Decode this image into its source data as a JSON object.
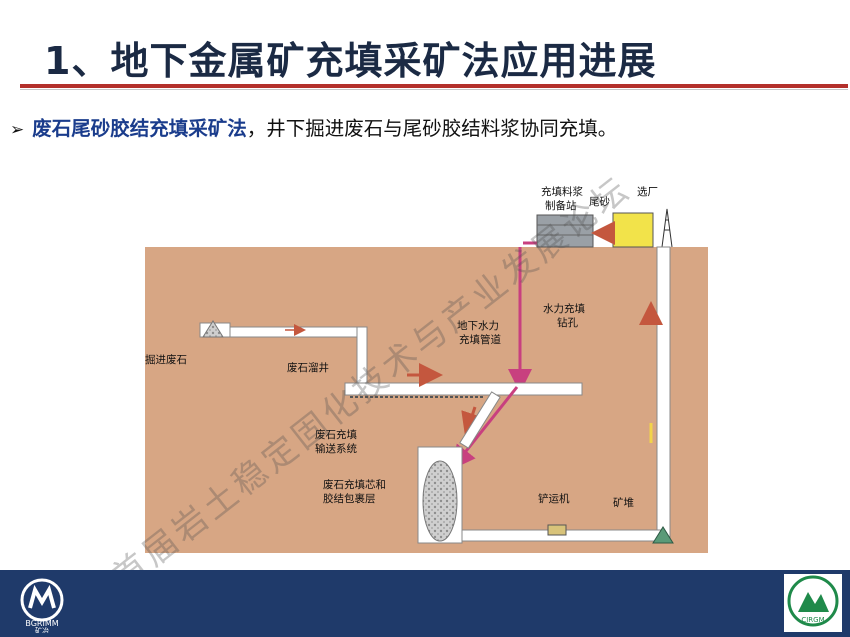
{
  "slide": {
    "title": "1、地下金属矿充填采矿法应用进展",
    "bullet_bold": "废石尾砂胶结充填采矿法",
    "bullet_rest": "，井下掘进废石与尾砂胶结料浆协同充填。"
  },
  "diagram": {
    "labels": {
      "plant": [
        "充填料浆",
        "制备站"
      ],
      "tailings": "尾砂",
      "mill": "选厂",
      "borehole": [
        "水力充填",
        "钻孔"
      ],
      "pipeline": [
        "地下水力",
        "充填管道"
      ],
      "waste_rock": "掘进废石",
      "ore_pass": "废石溜井",
      "conveyor": [
        "废石充填",
        "输送系统"
      ],
      "stope_fill": [
        "废石充填芯和",
        "胶结包裹层"
      ],
      "scraper": "铲运机",
      "ore_pile": "矿堆"
    },
    "colors": {
      "ground": "#d7a684",
      "arrow_pink": "#c8407f",
      "arrow_red": "#c4573e",
      "arrow_yellow": "#f2d44a"
    }
  },
  "watermark": "首届岩土稳定固化技术与产业发展论坛",
  "logos": {
    "left_text": "BGRIMM",
    "left_sub": "矿冶",
    "right_text": "CIRGM"
  }
}
